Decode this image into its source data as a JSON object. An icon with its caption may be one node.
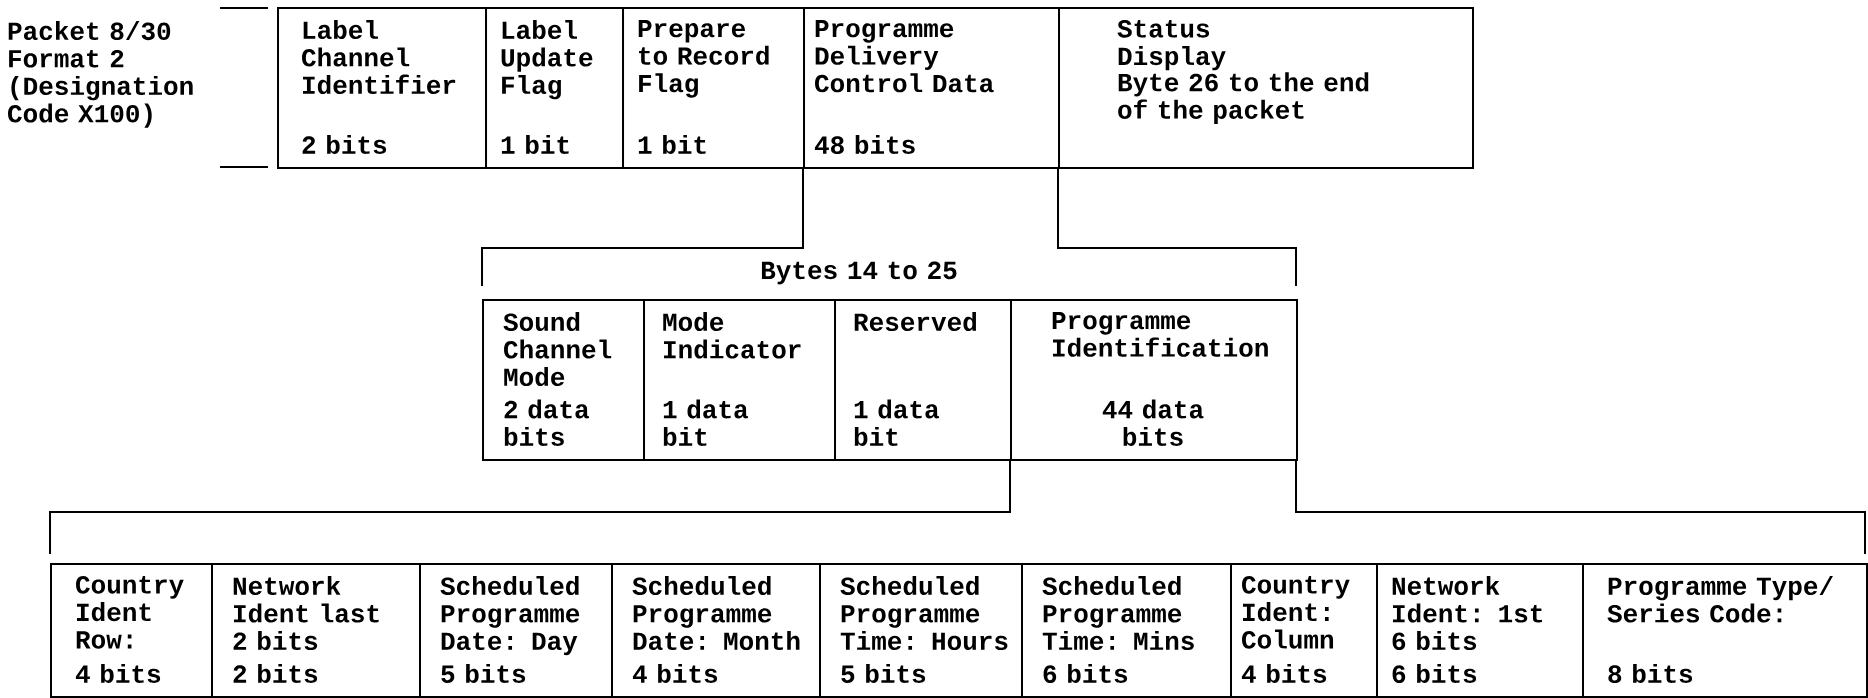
{
  "diagram": {
    "nodes": [
      {
        "text": [
          "Label Channel Identifier",
          "2 bits"
        ]
      },
      {
        "text": [
          "Label Update Flag",
          "1 bit"
        ]
      },
      {
        "text": [
          "Prepare to Record Flag",
          "1 bit"
        ]
      },
      {
        "text": [
          "Programme Delivery Control Data",
          "48 bits"
        ]
      },
      {
        "text": [
          "Status Display",
          "Byte 26 to the end of the packet"
        ]
      },
      {
        "text": [
          "Sound Channel Mode",
          "2 data bits"
        ]
      },
      {
        "text": [
          "Mode Indicator",
          "1 data bit"
        ]
      },
      {
        "text": [
          "Reserved",
          "1 data bit"
        ]
      },
      {
        "text": [
          "Programme Identification",
          "44 data bits"
        ]
      },
      {
        "text": [
          "Country Ident Row:",
          "4 bits"
        ]
      },
      {
        "text": [
          "Network Ident last 2 bits",
          "2 bits"
        ]
      },
      {
        "text": [
          "Scheduled Programme Date: Day",
          "5 bits"
        ]
      },
      {
        "text": [
          "Scheduled Programme Date: Month",
          "4 bits"
        ]
      },
      {
        "text": [
          "Scheduled Programme Time: Hours",
          "5 bits"
        ]
      },
      {
        "text": [
          "Scheduled Programme Time: Mins",
          "6 bits"
        ]
      },
      {
        "text": [
          "Country Ident: Column",
          "4 bits"
        ]
      },
      {
        "text": [
          "Network Ident: 1st 6 bits",
          "6 bits"
        ]
      },
      {
        "text": [
          "Programme Type/ Series Code:",
          "8 bits"
        ]
      }
    ],
    "labels": [
      "Packet 8/30 Format 2 (Designation Code X100)",
      "Bytes 14 to 25"
    ]
  }
}
